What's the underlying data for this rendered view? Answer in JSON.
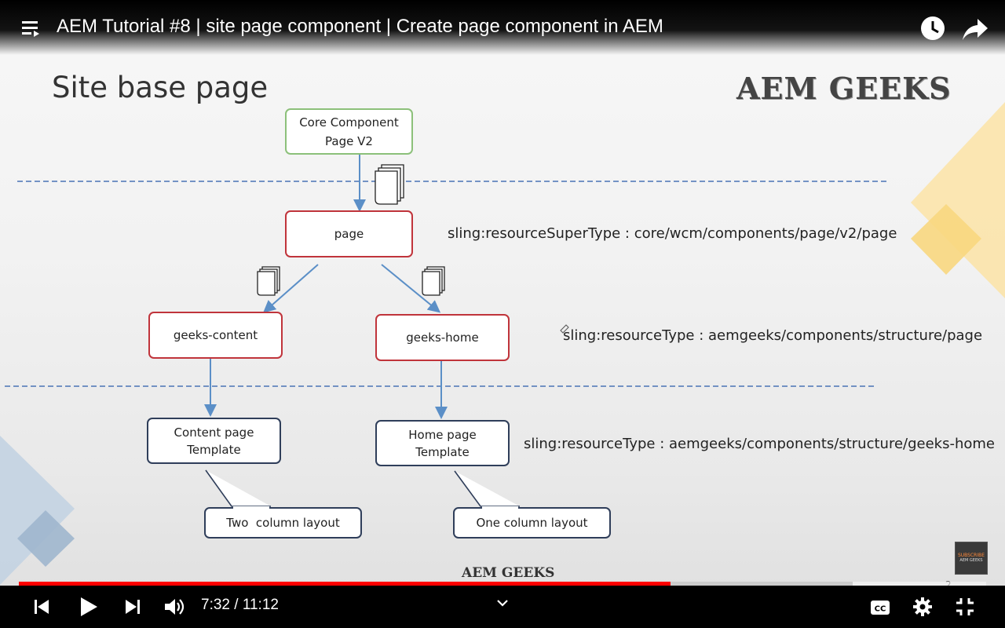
{
  "video": {
    "title": "AEM Tutorial #8 | site page component | Create page component in AEM",
    "current_time": "7:32",
    "duration": "11:12",
    "time_display": "7:32 / 11:12",
    "progress_fraction": 0.674,
    "buffered_fraction": 0.862
  },
  "slide": {
    "title": "Site base page",
    "brand": "AEM GEEKS",
    "footer_brand": "AEM GEEKS",
    "page_number": "2",
    "subscribe_badge": {
      "top": "SUBSCRIBE",
      "bottom": "AEM GEEKS"
    },
    "nodes": {
      "core": "Core Component Page V2",
      "page": "page",
      "content": "geeks-content",
      "home": "geeks-home",
      "content_template": "Content page Template",
      "home_template": "Home page Template",
      "two_col": "Two  column layout",
      "one_col": "One column layout"
    },
    "annotations": {
      "super_type": "sling:resourceSuperType : core/wcm/components/page/v2/page",
      "resource_type": "sling:resourceType : aemgeeks/components/structure/page",
      "home_type": "sling:resourceType : aemgeeks/components/structure/geeks-home"
    }
  },
  "colors": {
    "progress": "#ff0000",
    "green_border": "#8cc07a",
    "red_border": "#c0343b",
    "navy_border": "#2f3e5a",
    "arrow": "#5b8fc7",
    "dash": "#4a73b5"
  },
  "icons": [
    "menu-icon",
    "watch-later-icon",
    "share-icon",
    "previous-icon",
    "play-icon",
    "next-icon",
    "volume-icon",
    "chevron-down-icon",
    "captions-icon",
    "settings-icon",
    "exit-fullscreen-icon"
  ]
}
